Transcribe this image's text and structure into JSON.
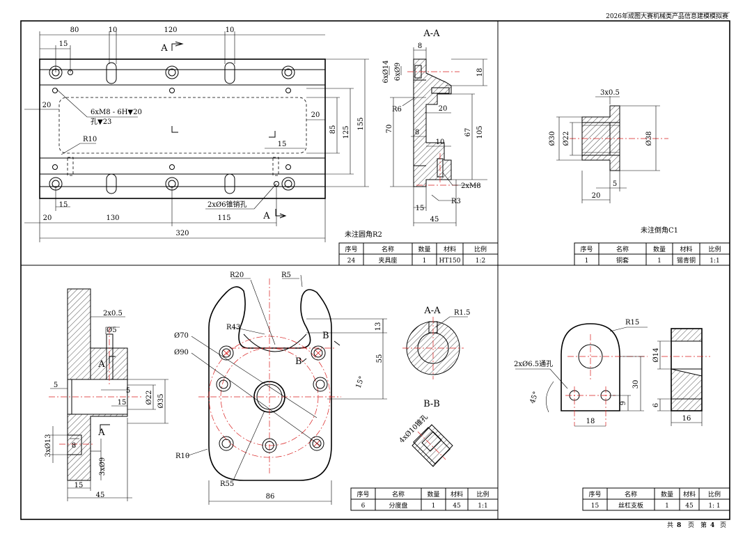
{
  "sheet": {
    "header": "2026年成图大赛机械类产品信息建模模拟赛",
    "footer": {
      "total_prefix": "共",
      "total": "8",
      "page_word": "页",
      "current_prefix": "第",
      "current": "4",
      "current_suffix": "页"
    }
  },
  "title_blocks": {
    "headers": [
      "序号",
      "名称",
      "数量",
      "材料",
      "比例"
    ],
    "fixture_base": [
      "24",
      "夹具座",
      "1",
      "HT150",
      "1:2"
    ],
    "bushing": [
      "1",
      "铜套",
      "1",
      "锡青铜",
      "1:1"
    ],
    "index_plate": [
      "6",
      "分度盘",
      "1",
      "45",
      "1:1"
    ],
    "screw_bracket": [
      "15",
      "丝杠支板",
      "1",
      "45",
      "1: 1"
    ]
  },
  "notes": {
    "fixture_fillet": "未注圆角R2",
    "bushing_chamfer": "未注倒角C1"
  },
  "fixture": {
    "dims": {
      "d80": "80",
      "d10a": "10",
      "d120": "120",
      "d10b": "10",
      "d15top": "15",
      "d20left": "20",
      "thread": "6xM8 - 6H▼20",
      "hole": "孔▼23",
      "r10": "R10",
      "d20right": "20",
      "d85": "85",
      "d125": "125",
      "d155": "155",
      "d15inner": "15",
      "d15bottom": "15",
      "d20bottom": "20",
      "d130": "130",
      "d115": "115",
      "d320": "320",
      "pin": "2xØ6锥销孔",
      "cut_a_top": "A",
      "cut_a_bottom": "A"
    },
    "section": {
      "title": "A-A",
      "d8": "8",
      "d6x14": "6xØ14",
      "d6x9": "6xØ9",
      "d18": "18",
      "r6": "R6",
      "d20": "20",
      "d70": "70",
      "d8b": "8",
      "d67": "67",
      "d105": "105",
      "d10": "10",
      "d2xm8": "2xM8",
      "r3": "R3",
      "d15": "15",
      "d45": "45"
    }
  },
  "bushing_view": {
    "dims": {
      "chamfer": "3x0.5",
      "d30": "Ø30",
      "d22": "Ø22",
      "d38": "Ø38",
      "d5": "5",
      "d20": "20"
    }
  },
  "indexer_side": {
    "dims": {
      "chamfer": "2x0.5",
      "d5hole": "Ø5",
      "cut_a": "A",
      "d5a": "5",
      "d5b": "5",
      "d15": "15",
      "d22": "Ø22",
      "d35": "Ø35",
      "d3x13": "3xØ13",
      "d8": "8",
      "d3x9": "3xØ9",
      "d15b": "15",
      "d45": "45",
      "cut_a2": "A"
    }
  },
  "indexer_front": {
    "dims": {
      "r20": "R20",
      "r5": "R5",
      "r43": "R43",
      "d70": "Ø70",
      "d90": "Ø90",
      "d13": "13",
      "d55": "55",
      "b1": "B",
      "b2": "B",
      "angle": "15°",
      "r10": "R10",
      "r55": "R55",
      "d86": "86"
    }
  },
  "indexer_sections": {
    "aa": "A-A",
    "r15": "R1.5",
    "bb": "B-B",
    "taper": "4xØ10锥孔"
  },
  "bracket": {
    "dims": {
      "r15": "R15",
      "holes": "2xØ6.5通孔",
      "angle": "45°",
      "d30": "30",
      "d9": "9",
      "d18": "18",
      "d14": "Ø14",
      "d6": "6",
      "d16": "16"
    }
  }
}
